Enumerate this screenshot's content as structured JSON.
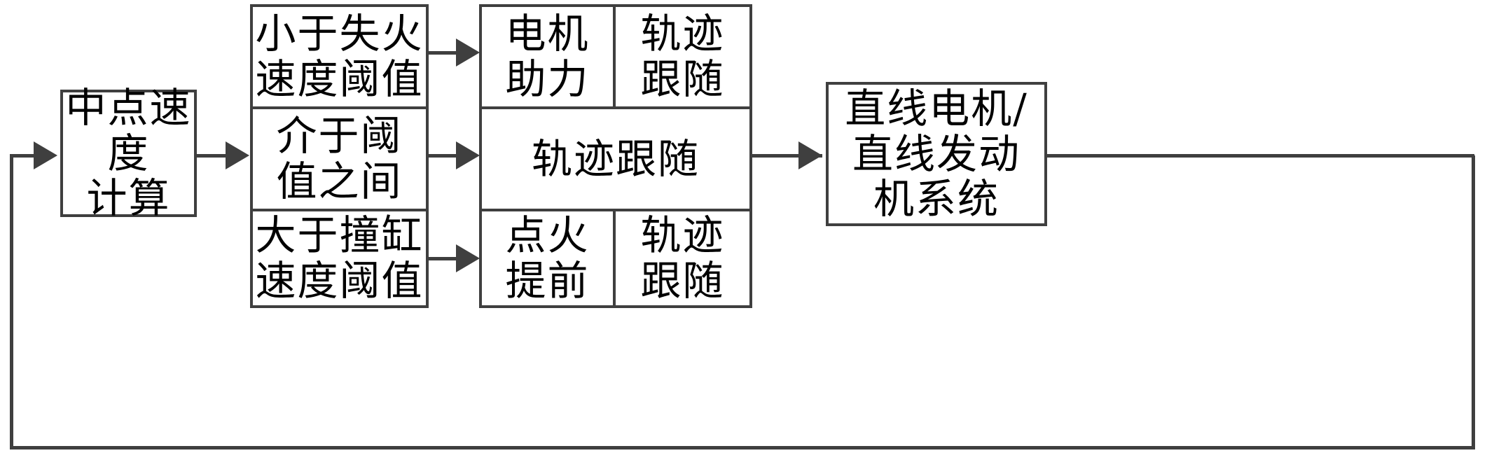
{
  "diagram": {
    "title_present": false,
    "colors": {
      "line": "#3f3f3f",
      "text": "#000000",
      "background": "#ffffff"
    },
    "nodes": {
      "speed_calc": {
        "label": "中点速度\n计算"
      },
      "conditions": [
        {
          "label": "小于失火\n速度阈值"
        },
        {
          "label": "介于阈\n值之间"
        },
        {
          "label": "大于撞缸\n速度阈值"
        }
      ],
      "actions": {
        "row_top": [
          {
            "label": "电机\n助力"
          },
          {
            "label": "轨迹\n跟随"
          }
        ],
        "row_mid": [
          {
            "label": "轨迹跟随"
          }
        ],
        "row_bottom": [
          {
            "label": "点火\n提前"
          },
          {
            "label": "轨迹\n跟随"
          }
        ]
      },
      "plant": {
        "label": "直线电机/\n直线发动\n机系统"
      }
    },
    "edges": [
      {
        "from": "feedback-loop",
        "to": "speed_calc",
        "arrow": true
      },
      {
        "from": "speed_calc",
        "to": "conditions.1",
        "arrow": true
      },
      {
        "from": "conditions.0",
        "to": "actions.row_top",
        "arrow": true
      },
      {
        "from": "conditions.1",
        "to": "actions.row_mid",
        "arrow": true
      },
      {
        "from": "conditions.2",
        "to": "actions.row_bottom",
        "arrow": true
      },
      {
        "from": "actions",
        "to": "plant",
        "arrow": true
      },
      {
        "from": "plant",
        "to": "feedback-loop",
        "arrow": false
      }
    ]
  }
}
